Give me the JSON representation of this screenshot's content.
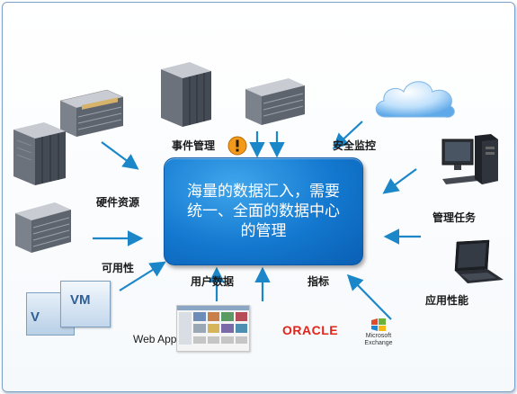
{
  "center": {
    "line1": "海量的数据汇入，需要",
    "line2": "统一、全面的数据中心",
    "line3": "的管理"
  },
  "labels": {
    "event_mgmt": "事件管理",
    "security_monitor": "安全监控",
    "hardware_resource": "硬件资源",
    "availability": "可用性",
    "user_data": "用户数据",
    "metrics": "指标",
    "mgmt_tasks": "管理任务",
    "app_performance": "应用性能",
    "web_app": "Web App"
  },
  "logos": {
    "oracle": "ORACLE",
    "microsoft_line1": "Microsoft",
    "microsoft_line2": "Exchange",
    "vm_front": "VM",
    "vm_back": "V"
  },
  "colors": {
    "arrow": "#1b87c9",
    "center_box": "#1378cf",
    "oracle_red": "#e2231a",
    "warning_orange": "#f39a1b"
  }
}
